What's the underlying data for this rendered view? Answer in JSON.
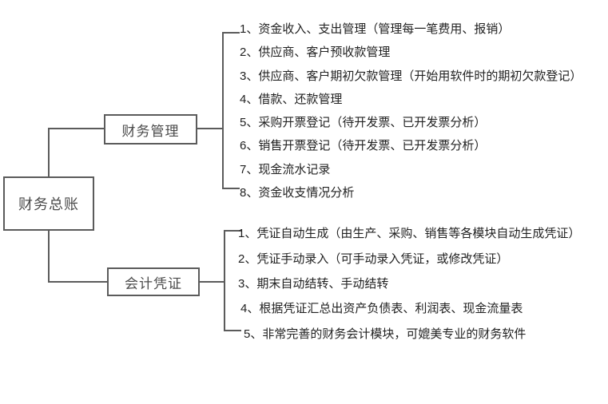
{
  "diagram": {
    "root": {
      "label": "财务总账"
    },
    "branches": [
      {
        "label": "财务管理",
        "items": [
          "1、资金收入、支出管理（管理每一笔费用、报销）",
          "2、供应商、客户预收款管理",
          "3、供应商、客户期初欠款管理（开始用软件时的期初欠款登记）",
          "4、借款、还款管理",
          "5、采购开票登记（待开发票、已开发票分析）",
          "6、销售开票登记（待开发票、已开发票分析）",
          "7、现金流水记录",
          "8、资金收支情况分析"
        ]
      },
      {
        "label": "会计凭证",
        "items": [
          "1、凭证自动生成（由生产、采购、销售等各模块自动生成凭证）",
          "2、凭证手动录入（可手动录入凭证，或修改凭证）",
          "3、期末自动结转、手动结转",
          "4、根据凭证汇总出资产负债表、利润表、现金流量表",
          "5、非常完善的财务会计模块，可媲美专业的财务软件"
        ]
      }
    ],
    "colors": {
      "line": "#5b5b5b",
      "node_text": "#4a4a4a",
      "item_text": "#222222",
      "background": "#ffffff"
    }
  }
}
